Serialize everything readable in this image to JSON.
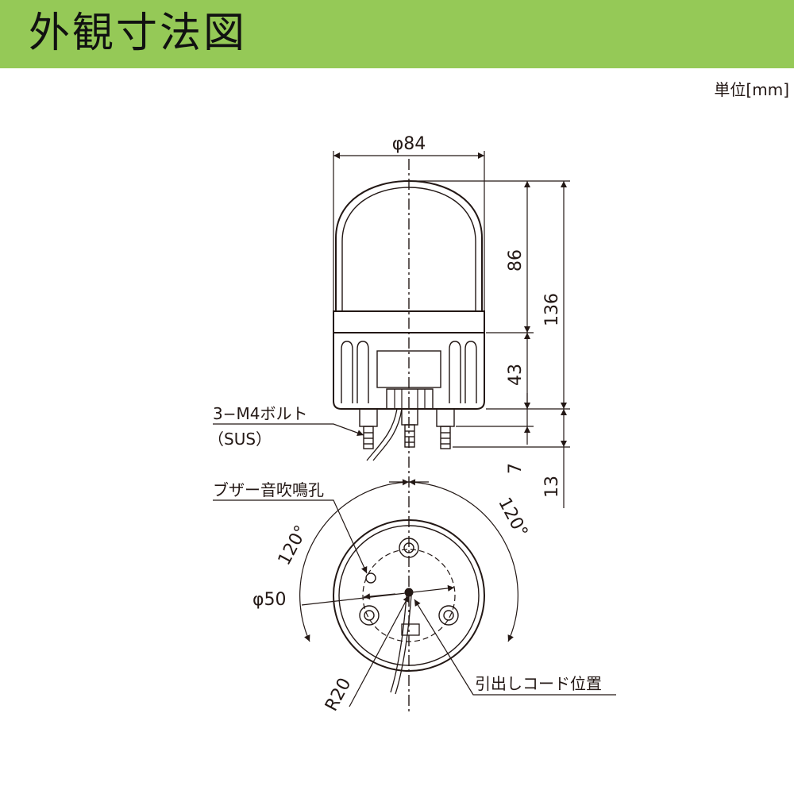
{
  "header": {
    "title": "外観寸法図",
    "bg_color": "#95c957"
  },
  "unit_label": "単位[mm]",
  "dimensions": {
    "diameter_top": "φ84",
    "dome_height": "86",
    "total_height": "136",
    "base_height": "43",
    "bolt_length": "7",
    "stud_length": "13",
    "pcd": "φ50",
    "radius": "R20",
    "angle_right": "120°",
    "angle_left": "120°"
  },
  "callouts": {
    "bolt_spec": "3−M4ボルト",
    "bolt_material": "（SUS）",
    "buzzer_hole": "ブザー音吹鳴孔",
    "cord_position": "引出しコード位置"
  }
}
